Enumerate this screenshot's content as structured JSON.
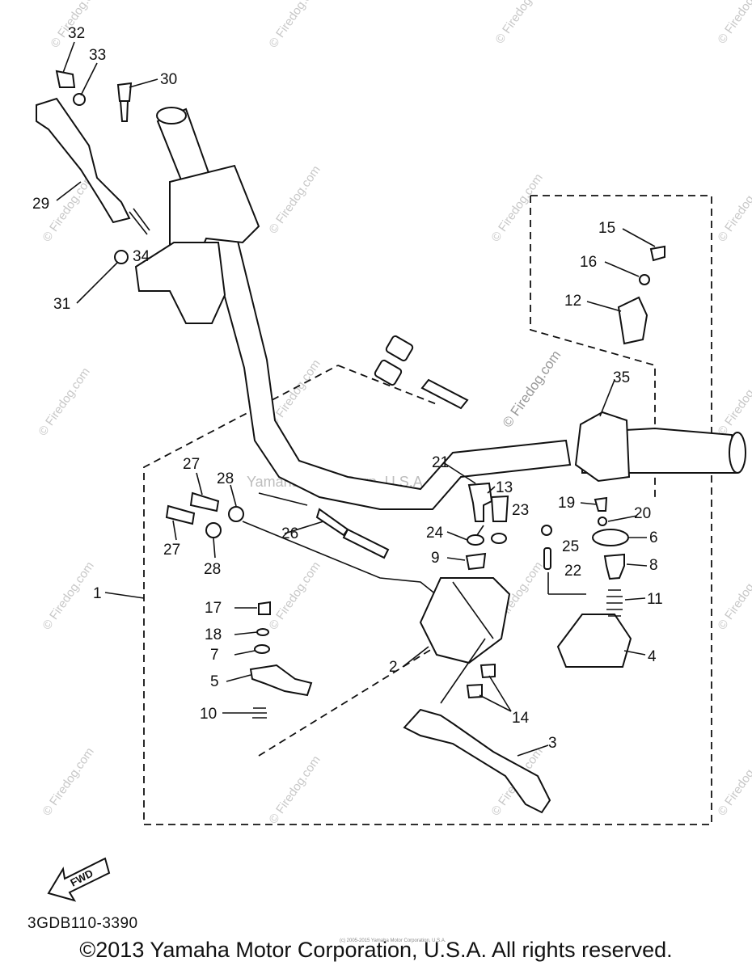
{
  "diagram": {
    "callouts": {
      "c1": "1",
      "c2": "2",
      "c3": "3",
      "c4": "4",
      "c5": "5",
      "c6": "6",
      "c7": "7",
      "c8": "8",
      "c9": "9",
      "c10": "10",
      "c11": "11",
      "c12": "12",
      "c13": "13",
      "c14": "14",
      "c15": "15",
      "c16": "16",
      "c17": "17",
      "c18": "18",
      "c19": "19",
      "c20": "20",
      "c21": "21",
      "c22": "22",
      "c23": "23",
      "c24": "24",
      "c25": "25",
      "c26": "26",
      "c27a": "27",
      "c27b": "27",
      "c28a": "28",
      "c28b": "28",
      "c29": "29",
      "c30": "30",
      "c31": "31",
      "c32": "32",
      "c33": "33",
      "c34": "34",
      "c35": "35"
    },
    "fwd_label": "FWD",
    "drawing_code": "3GDB110-3390"
  },
  "watermarks": {
    "site": "© Firedog.com",
    "center": "Yamaha Motor Corp, U.S.A.",
    "tiny_credit": "(c) 2005-2015 Yamaha Motor Corporation, U.S.A."
  },
  "footer": {
    "copyright": "©2013 Yamaha Motor Corporation, U.S.A. All rights reserved."
  }
}
